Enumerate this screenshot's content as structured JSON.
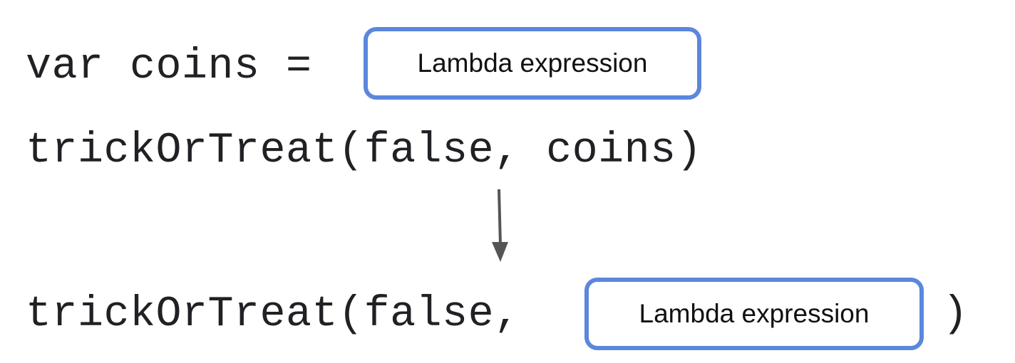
{
  "diagram": {
    "line1": {
      "code": "var coins =",
      "box_label": "Lambda expression"
    },
    "line2": {
      "code": "trickOrTreat(false, coins)"
    },
    "line3": {
      "code": "trickOrTreat(false,",
      "box_label": "Lambda expression",
      "closing": ")"
    },
    "colors": {
      "box_border": "#5b87dc",
      "text": "#202124",
      "arrow": "#555555"
    },
    "arrow_icon": "arrow-down-icon"
  }
}
